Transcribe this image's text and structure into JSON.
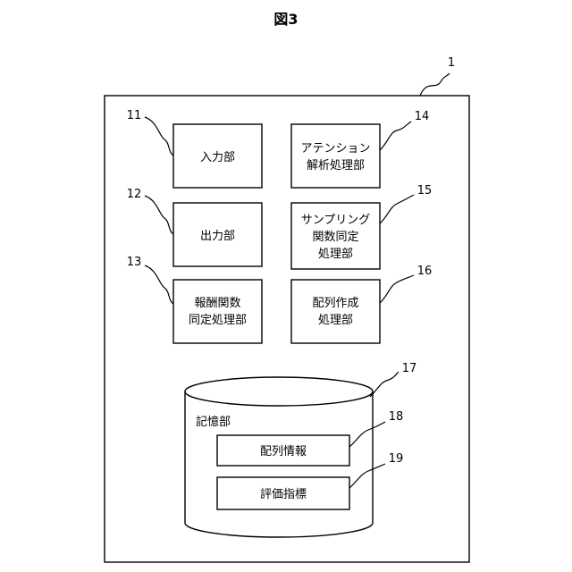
{
  "figure_title": "図3",
  "device": {
    "ref": "1"
  },
  "blocks": {
    "input": {
      "ref": "11",
      "lines": [
        "入力部"
      ]
    },
    "output": {
      "ref": "12",
      "lines": [
        "出力部"
      ]
    },
    "reward": {
      "ref": "13",
      "lines": [
        "報酬関数",
        "同定処理部"
      ]
    },
    "attention": {
      "ref": "14",
      "lines": [
        "アテンション",
        "解析処理部"
      ]
    },
    "sampling": {
      "ref": "15",
      "lines": [
        "サンプリング",
        "関数同定",
        "処理部"
      ]
    },
    "sequence": {
      "ref": "16",
      "lines": [
        "配列作成",
        "処理部"
      ]
    }
  },
  "storage": {
    "ref": "17",
    "label": "記憶部",
    "items": {
      "sequence_info": {
        "ref": "18",
        "label": "配列情報"
      },
      "eval_index": {
        "ref": "19",
        "label": "評価指標"
      }
    }
  }
}
